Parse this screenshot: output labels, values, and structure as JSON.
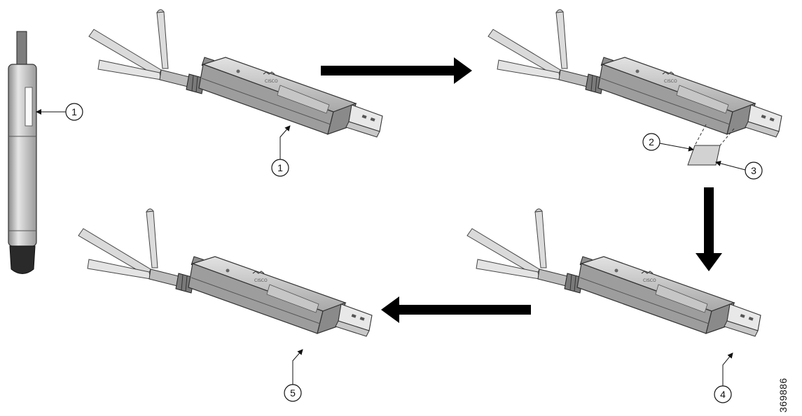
{
  "figure": {
    "figure_id": "369886",
    "callouts": [
      "1",
      "1",
      "2",
      "3",
      "4",
      "5"
    ],
    "colors": {
      "body_light": "#d4d4d4",
      "body_mid": "#b4b4b4",
      "body_dark": "#7c7c7c",
      "outline": "#333333",
      "arrow": "#000000"
    }
  }
}
